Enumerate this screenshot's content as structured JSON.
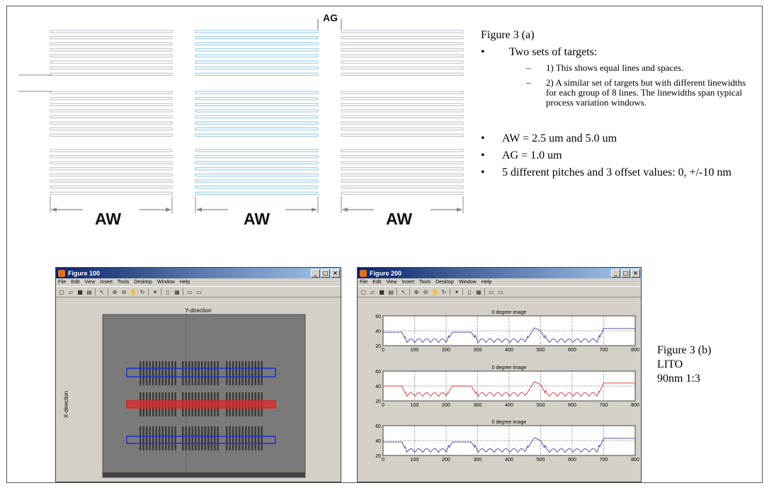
{
  "figure_a": {
    "title": "Figure 3 (a)",
    "bullet_symbol": "•",
    "dash_symbol": "–",
    "bullets": [
      {
        "text": "Two sets of targets:"
      },
      {
        "text": "AW = 2.5 um and 5.0 um"
      },
      {
        "text": "AG = 1.0 um"
      },
      {
        "text": "5 different pitches and 3 offset values: 0, +/-10 nm"
      }
    ],
    "sub_bullets": [
      "1) This shows equal lines and spaces.",
      "2) A similar set of targets but with different linewidths for each group of 8 lines.  The linewidths span typical process variation windows."
    ],
    "aw_label": "AW",
    "ag_label": "AG"
  },
  "figure_b": {
    "caption_lines": [
      "Figure 3 (b)",
      "LITO",
      "90nm 1:3"
    ]
  },
  "window_100": {
    "title": "Figure 100",
    "menu": [
      "File",
      "Edit",
      "View",
      "Insert",
      "Tools",
      "Desktop",
      "Window",
      "Help"
    ],
    "plot_title": "Y-direction",
    "ylabel": "X-direction"
  },
  "window_200": {
    "title": "Figure 200",
    "menu": [
      "File",
      "Edit",
      "View",
      "Insert",
      "Tools",
      "Desktop",
      "Window",
      "Help"
    ]
  },
  "chart_data": [
    {
      "type": "line",
      "title": "0 degree image",
      "xlim": [
        0,
        800
      ],
      "ylim": [
        20,
        60
      ],
      "xticks": [
        0,
        100,
        200,
        300,
        400,
        500,
        600,
        700,
        800
      ],
      "yticks": [
        20,
        40,
        60
      ],
      "grid": true,
      "series": [
        {
          "color": "#4040a0",
          "x": [
            0,
            60,
            75,
            200,
            220,
            280,
            300,
            450,
            480,
            500,
            520,
            680,
            700,
            800
          ],
          "y": [
            38,
            38,
            24,
            24,
            38,
            38,
            24,
            24,
            44,
            40,
            24,
            24,
            43,
            43
          ]
        }
      ]
    },
    {
      "type": "line",
      "title": "0 degree image",
      "xlim": [
        0,
        800
      ],
      "ylim": [
        20,
        60
      ],
      "xticks": [
        0,
        100,
        200,
        300,
        400,
        500,
        600,
        700,
        800
      ],
      "yticks": [
        20,
        40,
        60
      ],
      "grid": true,
      "series": [
        {
          "color": "#e03030",
          "x": [
            0,
            60,
            75,
            200,
            220,
            280,
            300,
            450,
            480,
            500,
            520,
            680,
            700,
            800
          ],
          "y": [
            40,
            40,
            26,
            26,
            40,
            40,
            26,
            26,
            46,
            42,
            26,
            26,
            44,
            44
          ]
        }
      ]
    },
    {
      "type": "line",
      "title": "0 degree image",
      "xlim": [
        0,
        800
      ],
      "ylim": [
        20,
        60
      ],
      "xticks": [
        0,
        100,
        200,
        300,
        400,
        500,
        600,
        700,
        800
      ],
      "yticks": [
        20,
        40,
        60
      ],
      "grid": true,
      "series": [
        {
          "color": "#4040a0",
          "x": [
            0,
            60,
            75,
            200,
            220,
            280,
            300,
            450,
            480,
            500,
            520,
            680,
            700,
            800
          ],
          "y": [
            38,
            38,
            24,
            24,
            38,
            38,
            24,
            24,
            44,
            40,
            24,
            24,
            43,
            43
          ]
        }
      ]
    }
  ],
  "colors": {
    "line_gray": "#b8bcc4",
    "line_blue": "#8fc6e2",
    "arrow": "#888888",
    "plot_blue": "#4040a0",
    "plot_red": "#e03030"
  }
}
